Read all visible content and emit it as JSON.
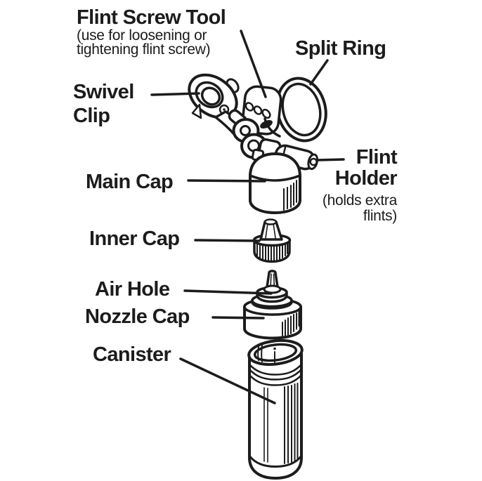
{
  "colors": {
    "ink": "#1c1c1c",
    "background": "#ffffff"
  },
  "labels": {
    "flint_screw_tool": {
      "title": "Flint Screw Tool",
      "note": "(use for loosening or tightening flint screw)"
    },
    "split_ring": {
      "title": "Split Ring"
    },
    "swivel_clip": {
      "title": "Swivel Clip"
    },
    "main_cap": {
      "title": "Main Cap"
    },
    "flint_holder": {
      "title": "Flint Holder",
      "note": "(holds extra flints)"
    },
    "inner_cap": {
      "title": "Inner Cap"
    },
    "air_hole": {
      "title": "Air Hole"
    },
    "nozzle_cap": {
      "title": "Nozzle Cap"
    },
    "canister": {
      "title": "Canister"
    }
  }
}
